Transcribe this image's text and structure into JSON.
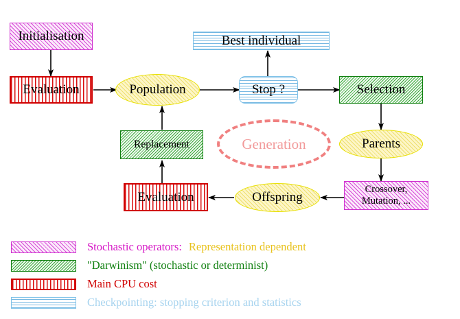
{
  "diagram": {
    "title": "Evolutionary Algorithm Cycle",
    "background": "#ffffff",
    "nodes": {
      "initialisation": {
        "label": "Initialisation",
        "style": "magenta-hatch-box"
      },
      "evaluation_top": {
        "label": "Evaluation",
        "style": "red-vertical-hatch-box"
      },
      "population": {
        "label": "Population",
        "style": "yellow-hatch-ellipse"
      },
      "stop": {
        "label": "Stop ?",
        "style": "blue-horizontal-hatch-rounded-box"
      },
      "best_individual": {
        "label": "Best individual",
        "style": "blue-horizontal-hatch-box"
      },
      "selection": {
        "label": "Selection",
        "style": "green-hatch-box"
      },
      "parents": {
        "label": "Parents",
        "style": "yellow-hatch-ellipse"
      },
      "crossover": {
        "label": "Crossover,\nMutation, ...",
        "style": "magenta-hatch-box"
      },
      "offspring": {
        "label": "Offspring",
        "style": "yellow-hatch-ellipse"
      },
      "evaluation_bottom": {
        "label": "Evaluation",
        "style": "red-vertical-hatch-box"
      },
      "replacement": {
        "label": "Replacement",
        "style": "green-hatch-box"
      },
      "generation": {
        "label": "Generation",
        "style": "pink-dashed-ellipse"
      }
    },
    "legend": [
      {
        "swatch": "magenta-hatch",
        "text_primary": "Stochastic operators:",
        "text_secondary": "Representation dependent"
      },
      {
        "swatch": "green-hatch",
        "text_primary": "\"Darwinism\" (stochastic or determinist)",
        "text_secondary": ""
      },
      {
        "swatch": "red-hatch",
        "text_primary": "Main CPU cost",
        "text_secondary": ""
      },
      {
        "swatch": "blue-hatch",
        "text_primary": "Checkpointing: stopping criterion and statistics",
        "text_secondary": ""
      }
    ],
    "colors": {
      "magenta": "#d618c6",
      "gold": "#e8c21c",
      "green": "#108010",
      "red": "#d00000",
      "blue": "#a8d4ef",
      "yellow": "#e8e000",
      "pink": "#f08080",
      "arrow": "#000000"
    }
  }
}
